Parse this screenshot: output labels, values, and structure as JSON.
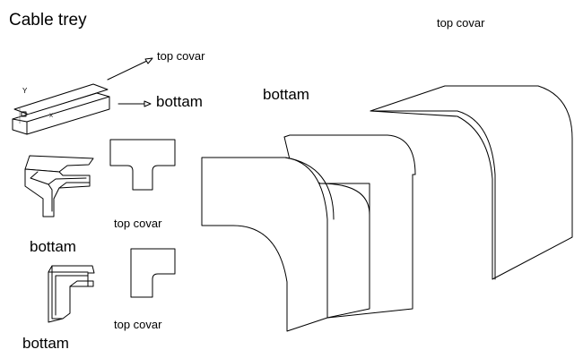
{
  "title": "Cable trey",
  "labels": {
    "top_covar_arrow": "top covar",
    "bottam_arrow": "bottam",
    "tee_top_covar": "top covar",
    "tee_bottam": "bottam",
    "elbow_top_covar": "top covar",
    "elbow_bottam": "bottam",
    "large_bottam": "bottam",
    "large_top_covar": "top covar"
  },
  "axis": {
    "y": "Y",
    "x": "X"
  }
}
